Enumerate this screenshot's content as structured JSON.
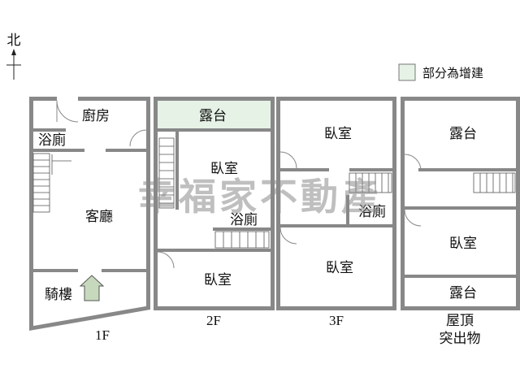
{
  "compass": {
    "label": "北"
  },
  "legend": {
    "label": "部分為增建",
    "swatch_color": "#e6f2e6"
  },
  "watermark": "幸福家不動產",
  "floors": [
    {
      "name": "1F",
      "rooms": {
        "kitchen": "廚房",
        "bath": "浴廁",
        "living": "客廳",
        "arcade": "騎樓"
      }
    },
    {
      "name": "2F",
      "rooms": {
        "balcony": "露台",
        "bedroom_1": "臥室",
        "bath": "浴廁",
        "bedroom_2": "臥室"
      }
    },
    {
      "name": "3F",
      "rooms": {
        "bedroom_1": "臥室",
        "bath": "浴廁",
        "bedroom_2": "臥室"
      }
    },
    {
      "name_line1": "屋頂",
      "name_line2": "突出物",
      "rooms": {
        "balcony_1": "露台",
        "bedroom": "臥室",
        "balcony_2": "露台"
      }
    }
  ],
  "colors": {
    "wall": "#888888",
    "addition": "#e6f2e6"
  }
}
